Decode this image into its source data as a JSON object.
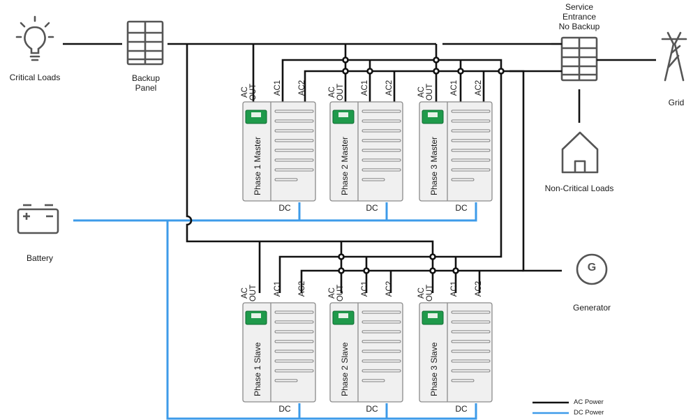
{
  "labels": {
    "critical_loads": "Critical Loads",
    "backup_panel": "Backup\nPanel",
    "service_entrance": "Service\nEntrance\nNo Backup",
    "grid": "Grid",
    "non_critical_loads": "Non-Critical Loads",
    "battery": "Battery",
    "generator": "Generator",
    "generator_symbol": "G"
  },
  "terminals": {
    "ac_out": "AC\nOUT",
    "ac1": "AC1",
    "ac2": "AC2",
    "dc": "DC"
  },
  "units": {
    "masters": [
      {
        "name": "Phase 1 Master"
      },
      {
        "name": "Phase 2 Master"
      },
      {
        "name": "Phase 3 Master"
      }
    ],
    "slaves": [
      {
        "name": "Phase 1 Slave"
      },
      {
        "name": "Phase 2 Slave"
      },
      {
        "name": "Phase 3 Slave"
      }
    ]
  },
  "legend": {
    "ac_power": "AC Power",
    "dc_power": "DC Power"
  },
  "colors": {
    "ac_line": "#111111",
    "dc_line": "#3d9be9",
    "icon": "#555555",
    "unit_fill": "#f0f0f0",
    "unit_stroke": "#8a8a8a",
    "display_green": "#1f9a4b"
  }
}
